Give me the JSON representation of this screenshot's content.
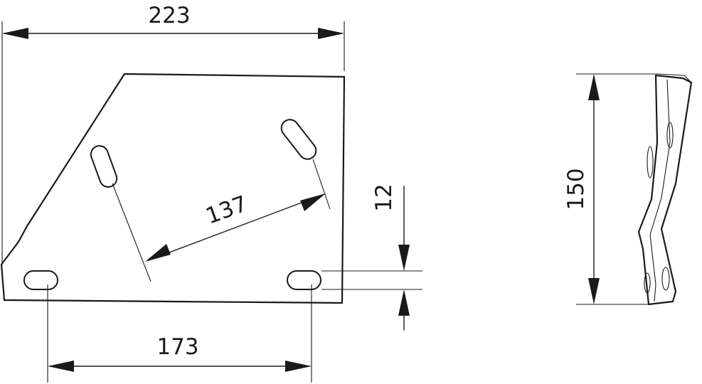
{
  "dimensions": {
    "overall_width": "223",
    "slot_spacing_diagonal": "137",
    "bottom_slot_spacing": "173",
    "slot_height": "12",
    "side_height": "150"
  }
}
